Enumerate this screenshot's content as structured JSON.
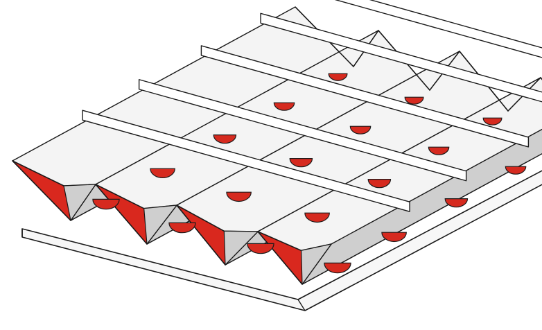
{
  "illustration": {
    "subject": "pleated-filter-media-with-spacer-strips",
    "pleat_count": 4,
    "strip_count": 5,
    "colors": {
      "background": "#ffffff",
      "pleat_face_light": "#f4f4f4",
      "pleat_face_shade": "#cfcfcf",
      "pleat_end_red": "#d9281e",
      "spacer_red": "#d62a1f",
      "strip": "#ffffff",
      "base_plate": "#f7f7f7",
      "outline": "#1a1a1a"
    }
  }
}
